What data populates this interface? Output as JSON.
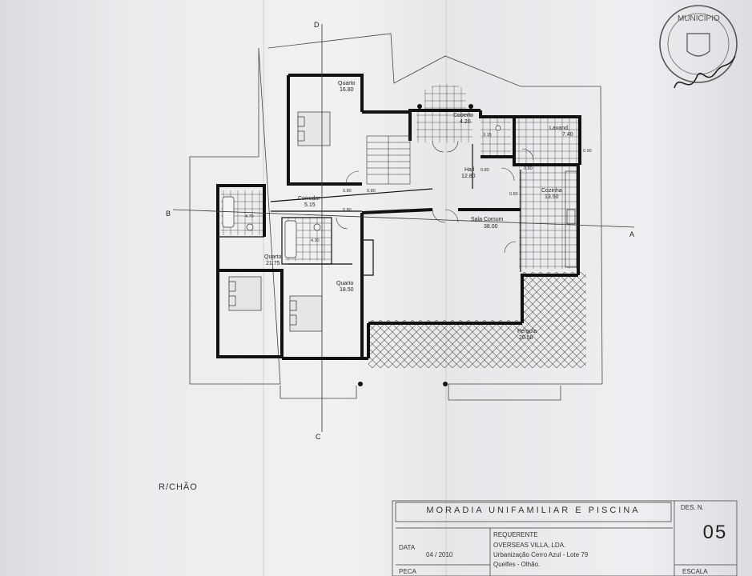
{
  "axis_labels": [
    "D",
    "C",
    "B",
    "A"
  ],
  "rooms": [
    {
      "name": "Quarto",
      "area": "16.80"
    },
    {
      "name": "Coberto",
      "area": "4.20"
    },
    {
      "name": "Lavand.",
      "area": "7.40"
    },
    {
      "name": "Hall",
      "area": "12.80"
    },
    {
      "name": "Cozinha",
      "area": "13.50"
    },
    {
      "name": "Corredor",
      "area": "5.15"
    },
    {
      "name": "Sala Comum",
      "area": "38.00"
    },
    {
      "name": "Quarto",
      "area": "21.75"
    },
    {
      "name": "Quarto",
      "area": "18.50"
    },
    {
      "name": "Pergola",
      "area": "20.50"
    }
  ],
  "small_areas": [
    "3.15",
    "4.30",
    "4.70"
  ],
  "dimensions": [
    "0.80",
    "0.80",
    "0.80",
    "0.80",
    "0.80",
    "0.80",
    "0.90"
  ],
  "floor_name": "R/CHÃO",
  "stamp_text": "MUNICÍPIO",
  "title_block": {
    "title": "MORADIA UNIFAMILIAR E PISCINA",
    "des_label": "DES. N.",
    "des_number": "05",
    "data_label": "DATA",
    "data_value": "04 / 2010",
    "requerente_label": "REQUERENTE",
    "requerente_lines": [
      "OVERSEAS VILLA, LDA.",
      "Urbanização Cerro Azul - Lote 79",
      "Quelfes - Olhão."
    ],
    "bottom_left_label": "PECA",
    "escala_label": "ESCALA"
  },
  "colors": {
    "ink": "#1a1a1a",
    "paper": "#efeff2",
    "hatch": "#555555"
  }
}
